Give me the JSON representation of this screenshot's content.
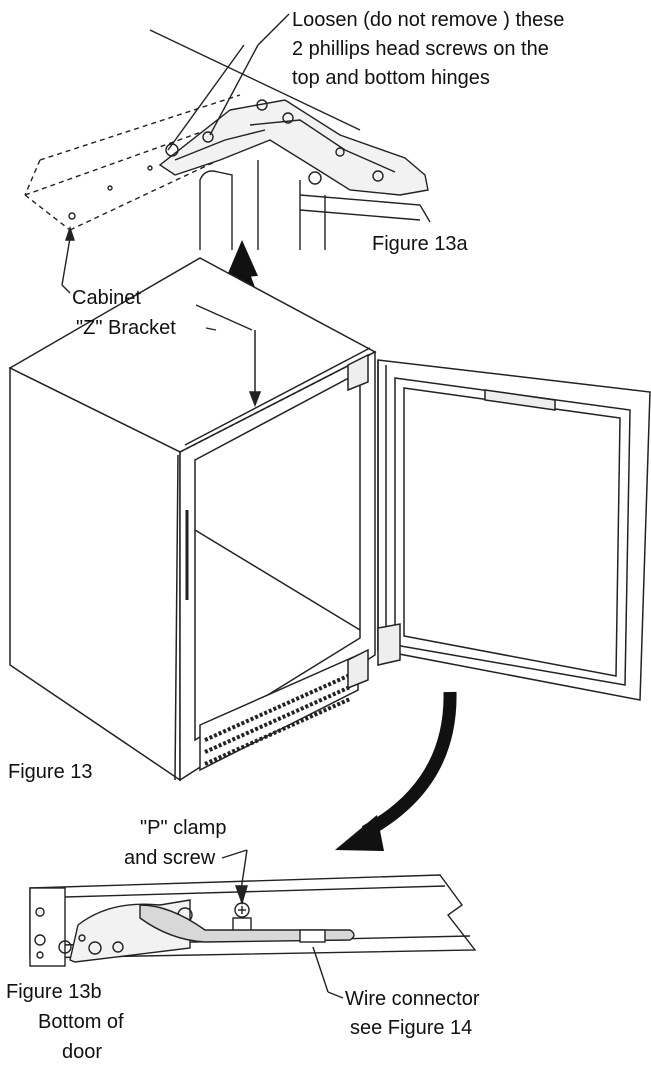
{
  "labels": {
    "hinge_screws_line1": "Loosen (do not remove ) these",
    "hinge_screws_line2": "2 phillips head screws on the",
    "hinge_screws_line3": "top and bottom hinges",
    "figure_13a": "Figure 13a",
    "cabinet_line1": "Cabinet",
    "cabinet_line2": "\"Z\" Bracket",
    "figure_13": "Figure 13",
    "p_clamp_line1": "\"P\" clamp",
    "p_clamp_line2": "and screw",
    "figure_13b": "Figure 13b",
    "bottom_of_door_line1": "Bottom of",
    "bottom_of_door_line2": "door",
    "wire_connector_line1": "Wire connector",
    "wire_connector_line2": "see Figure 14"
  }
}
